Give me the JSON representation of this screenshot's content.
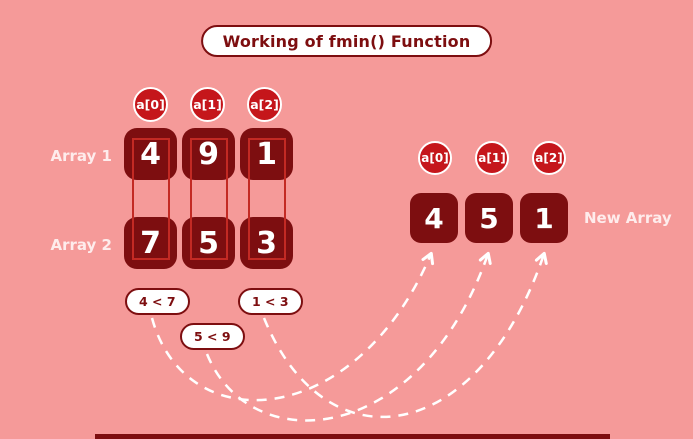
{
  "title": "Working of fmin() Function",
  "left": {
    "indices": [
      "a[0]",
      "a[1]",
      "a[2]"
    ],
    "array1": {
      "label": "Array 1",
      "values": [
        "4",
        "9",
        "1"
      ]
    },
    "array2": {
      "label": "Array 2",
      "values": [
        "7",
        "5",
        "3"
      ]
    }
  },
  "comparisons": [
    "4 < 7",
    "5 < 9",
    "1 < 3"
  ],
  "right": {
    "indices": [
      "a[0]",
      "a[1]",
      "a[2]"
    ],
    "new_array": {
      "label": "New Array",
      "values": [
        "4",
        "5",
        "1"
      ]
    }
  },
  "colors": {
    "background": "#f59a99",
    "box_maroon": "#7d0e10",
    "accent_red": "#c5161b",
    "connector_red": "#c32a24",
    "pill_background": "#ffffff",
    "pill_text": "#7d0e10",
    "label_text": "#feecec",
    "curve_white": "#ffffff"
  }
}
